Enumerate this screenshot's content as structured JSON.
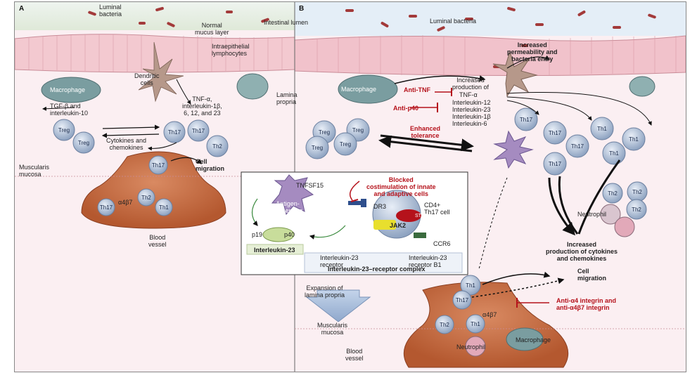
{
  "panels": {
    "a": "A",
    "b": "B"
  },
  "panel_a": {
    "luminal_bacteria": "Luminal\nbacteria",
    "normal_mucus_layer": "Normal\nmucus layer",
    "intraepithelial_lymphocytes": "Intraepithelial\nlymphocytes",
    "dendritic_cells": "Dendritic\ncells",
    "macrophage": "Macrophage",
    "tgf_il10": "TGF-β and\ninterleukin-10",
    "tnf_list": "TNF-α,\ninterleukin-1β,\n6, 12, and 23",
    "treg": "Treg",
    "th17": "Th17",
    "th2": "Th2",
    "th1": "Th1",
    "cytokines_chemokines": "Cytokines and\nchemokines",
    "cell_migration": "Cell\nmigration",
    "muscularis_mucosa": "Muscularis\nmucosa",
    "a4b7": "α4β7",
    "blood_vessel": "Blood\nvessel"
  },
  "center": {
    "intestinal_lumen": "Intestinal lumen",
    "lamina_propria": "Lamina\npropria"
  },
  "panel_b": {
    "luminal_bacteria": "Luminal bacteria",
    "increased_permeability": "Increased\npermeability and\nbacteria entry",
    "increased_production": "Increased\nproduction of",
    "tnf": "TNF-α",
    "il_list": "Interleukin-12\nInterleukin-23\nInterleukin-1β\nInterleukin-6",
    "macrophage": "Macrophage",
    "anti_tnf": "Anti-TNF",
    "anti_p40": "Anti-p40",
    "enhanced_tolerance": "Enhanced\ntolerance",
    "treg": "Treg",
    "th17": "Th17",
    "th1": "Th1",
    "th2": "Th2",
    "neutrophil": "Neutrophil",
    "increased_cytokines": "Increased\nproduction of cytokines\nand chemokines",
    "cell_migration": "Cell\nmigration",
    "expansion": "Expansion of\nlamina propria",
    "anti_integrin": "Anti-α4 integrin and\nanti-α4β7 integrin",
    "a4b7": "α4β7",
    "muscularis_mucosa": "Muscularis\nmucosa",
    "blood_vessel": "Blood\nvessel",
    "macrophage_vessel": "Macrophage",
    "neutrophil_vessel": "Neutrophil"
  },
  "inset": {
    "tnfsf15": "TNFSF15",
    "blocked": "Blocked\ncostimulation of innate\nand adaptive cells",
    "apc": "Antigen-\npresenting\ncell",
    "dr3": "DR3",
    "cd4": "CD4+\nTh17 cell",
    "stat": "STAT",
    "jak2": "JAK2",
    "p19": "p19",
    "p40": "p40",
    "il23": "Interleukin-23",
    "ccr6": "CCR6",
    "il23r": "Interleukin-23\nreceptor",
    "il23rb1": "Interleukin-23\nreceptor B1",
    "complex": "Interleukin-23–receptor complex"
  },
  "colors": {
    "inhibit": "#b5121b",
    "treg": "#9fb2cc",
    "tissue": "#f6dde3",
    "vessel": "#c86a44"
  }
}
